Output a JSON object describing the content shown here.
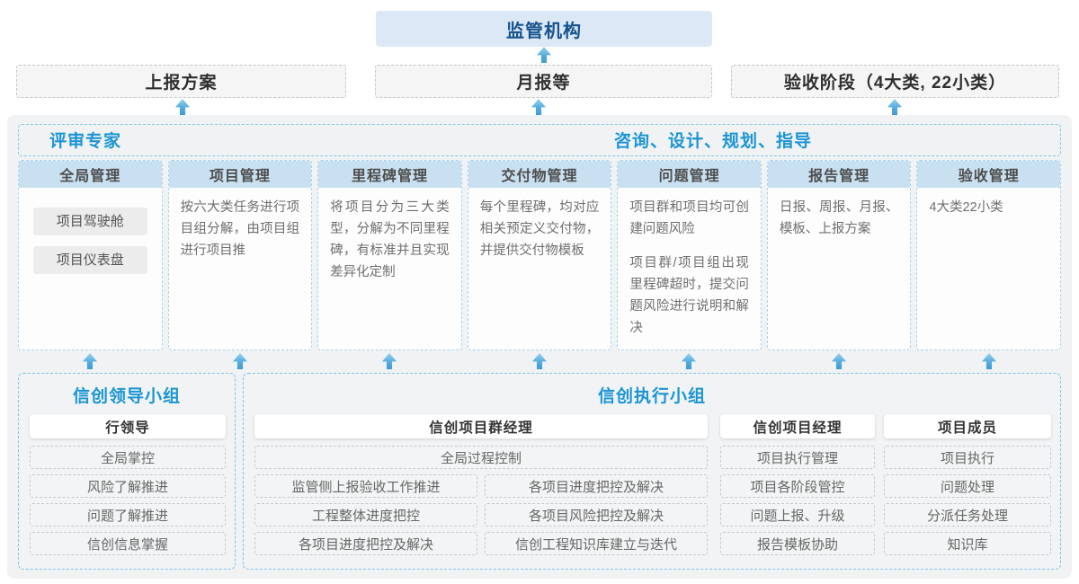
{
  "palette": {
    "accent_blue": "#1b95d4",
    "dark_blue": "#15538e",
    "regulator_fill": "#dce8f5",
    "column_header_fill": "#c9e0f0",
    "dashed_blue_border": "#85c7ec",
    "arrow_blue": "#3d9bd5",
    "panel_gray": "#f0f2f4"
  },
  "top": {
    "regulator": "监管机构"
  },
  "row2": [
    {
      "label": "上报方案"
    },
    {
      "label": "月报等"
    },
    {
      "label": "验收阶段（4大类, 22小类）"
    }
  ],
  "experts_band": {
    "left": "评审专家",
    "right": "咨询、设计、规划、指导"
  },
  "columns": [
    {
      "header": "全局管理",
      "chips": [
        "项目驾驶舱",
        "项目仪表盘"
      ]
    },
    {
      "header": "项目管理",
      "paragraphs": [
        "按六大类任务进行项目组分解，由项目组进行项目推"
      ]
    },
    {
      "header": "里程碑管理",
      "paragraphs": [
        "将项目分为三大类型，分解为不同里程碑，有标准并且实现差异化定制"
      ]
    },
    {
      "header": "交付物管理",
      "paragraphs": [
        "每个里程碑，均对应相关预定义交付物，并提供交付物模板"
      ]
    },
    {
      "header": "问题管理",
      "paragraphs": [
        "项目群和项目均可创建问题风险",
        "项目群/项目组出现里程碑超时，提交问题风险进行说明和解决"
      ]
    },
    {
      "header": "报告管理",
      "paragraphs": [
        "日报、周报、月报、模板、上报方案"
      ]
    },
    {
      "header": "验收管理",
      "paragraphs": [
        "4大类22小类"
      ]
    }
  ],
  "groups": {
    "leader": {
      "title": "信创领导小组",
      "role": "行领导",
      "items": [
        "全局掌控",
        "风险了解推进",
        "问题了解推进",
        "信创信息掌握"
      ]
    },
    "exec": {
      "title": "信创执行小组",
      "pm_group": {
        "role": "信创项目群经理",
        "full_item": "全局过程控制",
        "left_items": [
          "监管侧上报验收工作推进",
          "工程整体进度把控",
          "各项目进度把控及解决"
        ],
        "right_items": [
          "各项目进度把控及解决",
          "各项目风险把控及解决",
          "信创工程知识库建立与迭代"
        ]
      },
      "pm": {
        "role": "信创项目经理",
        "items": [
          "项目执行管理",
          "项目各阶段管控",
          "问题上报、升级",
          "报告模板协助"
        ]
      },
      "member": {
        "role": "项目成员",
        "items": [
          "项目执行",
          "问题处理",
          "分派任务处理",
          "知识库"
        ]
      }
    }
  }
}
